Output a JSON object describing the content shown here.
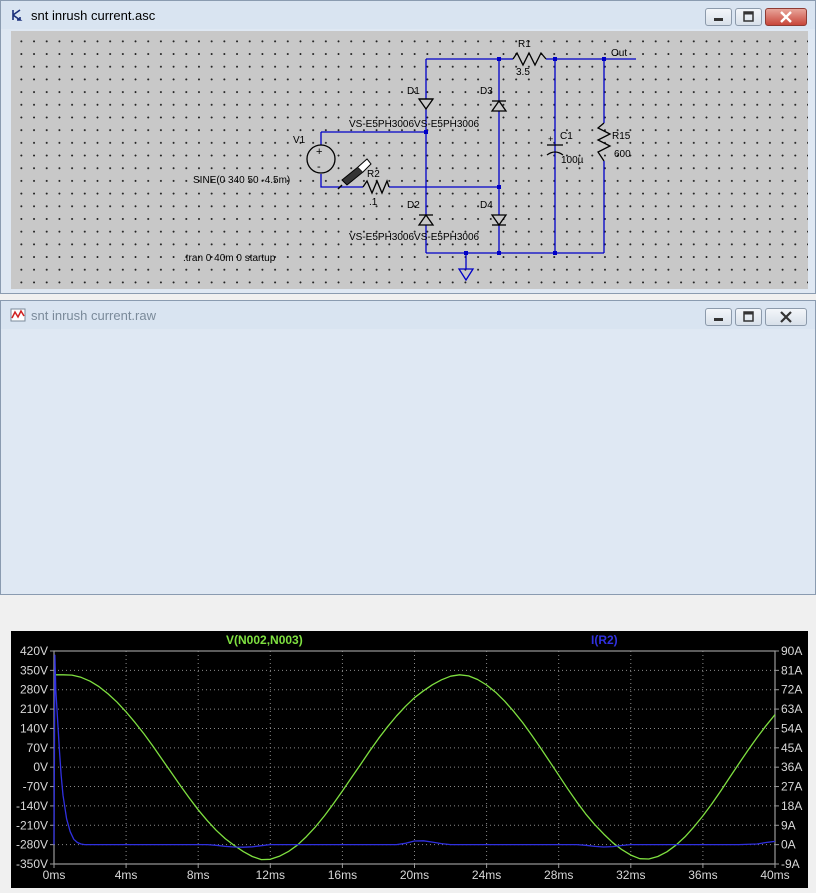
{
  "schematic_window": {
    "title": "snt inrush current.asc",
    "components": {
      "v1_label": "V1",
      "v1_value": "SINE(0 340 50 -4.5m)",
      "r1_label": "R1",
      "r1_value": "3.5",
      "r2_label": "R2",
      "r2_value": ".1",
      "c1_label": "C1",
      "c1_value": "100µ",
      "r15_label": "R15",
      "r15_value": "600",
      "d1_label": "D1",
      "d2_label": "D2",
      "d3_label": "D3",
      "d4_label": "D4",
      "diode_model_top": "VS-E5PH3006VS-E5PH3006",
      "diode_model_bottom": "VS-E5PH3006VS-E5PH3006",
      "out_label": "Out",
      "tran_directive": ".tran 0 40m 0 startup"
    }
  },
  "plot_window": {
    "title": "snt inrush current.raw"
  },
  "chart_data": {
    "type": "line",
    "title": "",
    "xlabel": "",
    "x_ticks": [
      "0ms",
      "4ms",
      "8ms",
      "12ms",
      "16ms",
      "20ms",
      "24ms",
      "28ms",
      "32ms",
      "36ms",
      "40ms"
    ],
    "y_left_ticks": [
      "420V",
      "350V",
      "280V",
      "210V",
      "140V",
      "70V",
      "0V",
      "-70V",
      "-140V",
      "-210V",
      "-280V",
      "-350V"
    ],
    "y_right_ticks": [
      "90A",
      "81A",
      "72A",
      "63A",
      "54A",
      "45A",
      "36A",
      "27A",
      "18A",
      "9A",
      "0A",
      "-9A"
    ],
    "xlim_ms": [
      0,
      40
    ],
    "ylim_left_V": [
      -350,
      420
    ],
    "ylim_right_A": [
      -9,
      90
    ],
    "grid": true,
    "series": [
      {
        "name": "V(N002,N003)",
        "axis": "left",
        "color": "#7fe040",
        "x": [
          0,
          0.5,
          1,
          1.5,
          2,
          2.5,
          3,
          3.5,
          4,
          4.5,
          5,
          5.5,
          6,
          6.5,
          7,
          7.5,
          8,
          8.5,
          9,
          9.5,
          10,
          10.5,
          11,
          11.5,
          12,
          12.5,
          13,
          13.5,
          14,
          14.5,
          15,
          15.5,
          16,
          16.5,
          17,
          17.5,
          18,
          18.5,
          19,
          19.5,
          20,
          20.5,
          21,
          21.5,
          22,
          22.5,
          23,
          23.5,
          24,
          24.5,
          25,
          25.5,
          26,
          26.5,
          27,
          27.5,
          28,
          28.5,
          29,
          29.5,
          30,
          30.5,
          31,
          31.5,
          32,
          32.5,
          33,
          33.5,
          34,
          34.5,
          35,
          35.5,
          36,
          36.5,
          37,
          37.5,
          38,
          38.5,
          39,
          39.5,
          40
        ],
        "y": [
          334,
          334,
          333,
          325,
          311,
          291,
          265,
          235,
          200,
          161,
          120,
          75,
          28,
          -19,
          -66,
          -111,
          -154,
          -193,
          -228,
          -258,
          -283,
          -305,
          -323,
          -334,
          -333,
          -322,
          -305,
          -282,
          -251,
          -216,
          -176,
          -132,
          -86,
          -38,
          9,
          57,
          103,
          146,
          185,
          220,
          251,
          276,
          298,
          316,
          329,
          334,
          330,
          317,
          297,
          271,
          239,
          202,
          161,
          116,
          69,
          20,
          -29,
          -78,
          -125,
          -169,
          -208,
          -242,
          -273,
          -298,
          -318,
          -331,
          -332,
          -323,
          -306,
          -282,
          -252,
          -216,
          -176,
          -132,
          -85,
          -36,
          13,
          61,
          107,
          150,
          190
        ]
      },
      {
        "name": "I(R2)",
        "axis": "right",
        "color": "#3030e0",
        "x": [
          0,
          0.05,
          0.1,
          0.2,
          0.3,
          0.4,
          0.5,
          0.7,
          0.9,
          1.1,
          1.3,
          1.5,
          1.7,
          2,
          3,
          5,
          7,
          8.5,
          9,
          9.5,
          10,
          10.5,
          11,
          11.5,
          12,
          12.5,
          13,
          15,
          17,
          19,
          19.5,
          20,
          20.5,
          21,
          21.5,
          22,
          24,
          26,
          28,
          29,
          29.5,
          30,
          30.5,
          31,
          31.5,
          32,
          34,
          36,
          38,
          39,
          39.5,
          40
        ],
        "y": [
          0,
          88,
          72,
          58,
          44,
          32,
          23,
          12,
          6,
          2.5,
          1,
          0.3,
          0,
          0,
          0,
          0,
          0,
          0,
          -0.3,
          -0.8,
          -1.1,
          -1.2,
          -1.0,
          -0.5,
          0,
          0,
          0,
          0,
          0,
          0,
          0.6,
          1.7,
          1.8,
          1.2,
          0.5,
          0,
          0,
          0,
          0,
          0,
          -0.3,
          -0.8,
          -1.1,
          -0.9,
          -0.4,
          0,
          0,
          0,
          0,
          0.3,
          1.0,
          1.5
        ]
      }
    ]
  }
}
